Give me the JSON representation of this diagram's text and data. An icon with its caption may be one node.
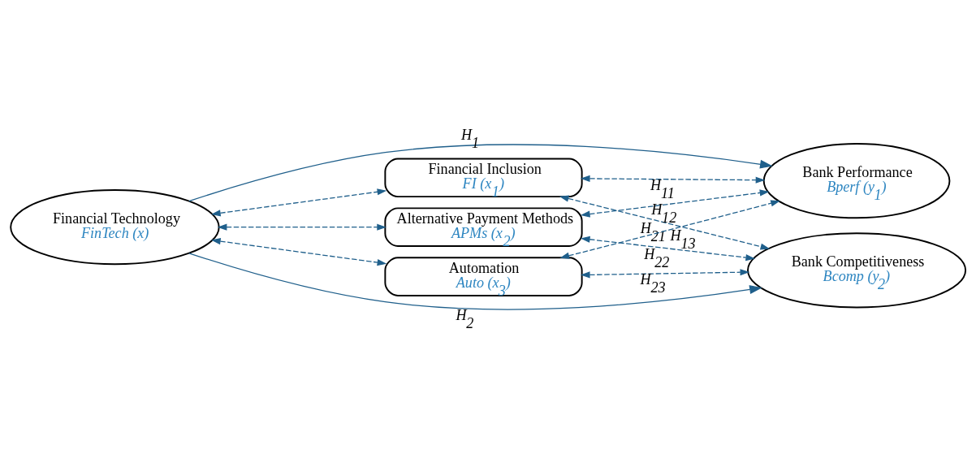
{
  "diagram": {
    "nodes": [
      {
        "text": [
          "Financial Technology",
          "FinTech (x)"
        ]
      },
      {
        "text": [
          "Financial Inclusion",
          "FI (x$_{1}$)"
        ]
      },
      {
        "text": [
          "Alternative Payment Methods",
          "APMs (x$_{2}$)"
        ]
      },
      {
        "text": [
          "Automation",
          "Auto (x$_{3}$)"
        ]
      },
      {
        "text": [
          "Bank Performance",
          "Bperf (y$_{1}$)"
        ]
      },
      {
        "text": [
          "Bank Competitiveness",
          "Bcomp (y$_{2}$)"
        ]
      }
    ],
    "edges": [
      {
        "from": 0,
        "to": 4,
        "arrow": "to",
        "label": "H$_{1}$"
      },
      {
        "from": 0,
        "to": 1,
        "arrow": "both",
        "style": "dashed"
      },
      {
        "from": 0,
        "to": 2,
        "arrow": "both",
        "style": "dashed"
      },
      {
        "from": 0,
        "to": 3,
        "arrow": "both",
        "style": "dashed"
      },
      {
        "from": 1,
        "to": 4,
        "arrow": "both",
        "style": "dashed",
        "label": "H$_{11}$"
      },
      {
        "from": 2,
        "to": 4,
        "arrow": "both",
        "style": "dashed",
        "label": "H$_{12}$"
      },
      {
        "from": 3,
        "to": 4,
        "arrow": "both",
        "style": "dashed",
        "label": "H$_{13}$"
      },
      {
        "from": 1,
        "to": 5,
        "arrow": "both",
        "style": "dashed",
        "label": "H$_{21}$"
      },
      {
        "from": 2,
        "to": 5,
        "arrow": "both",
        "style": "dashed",
        "label": "H$_{22}$"
      },
      {
        "from": 3,
        "to": 5,
        "arrow": "both",
        "style": "dashed",
        "label": "H$_{23}$"
      },
      {
        "from": 0,
        "to": 5,
        "arrow": "to",
        "label": "H$_{2}$"
      }
    ]
  }
}
